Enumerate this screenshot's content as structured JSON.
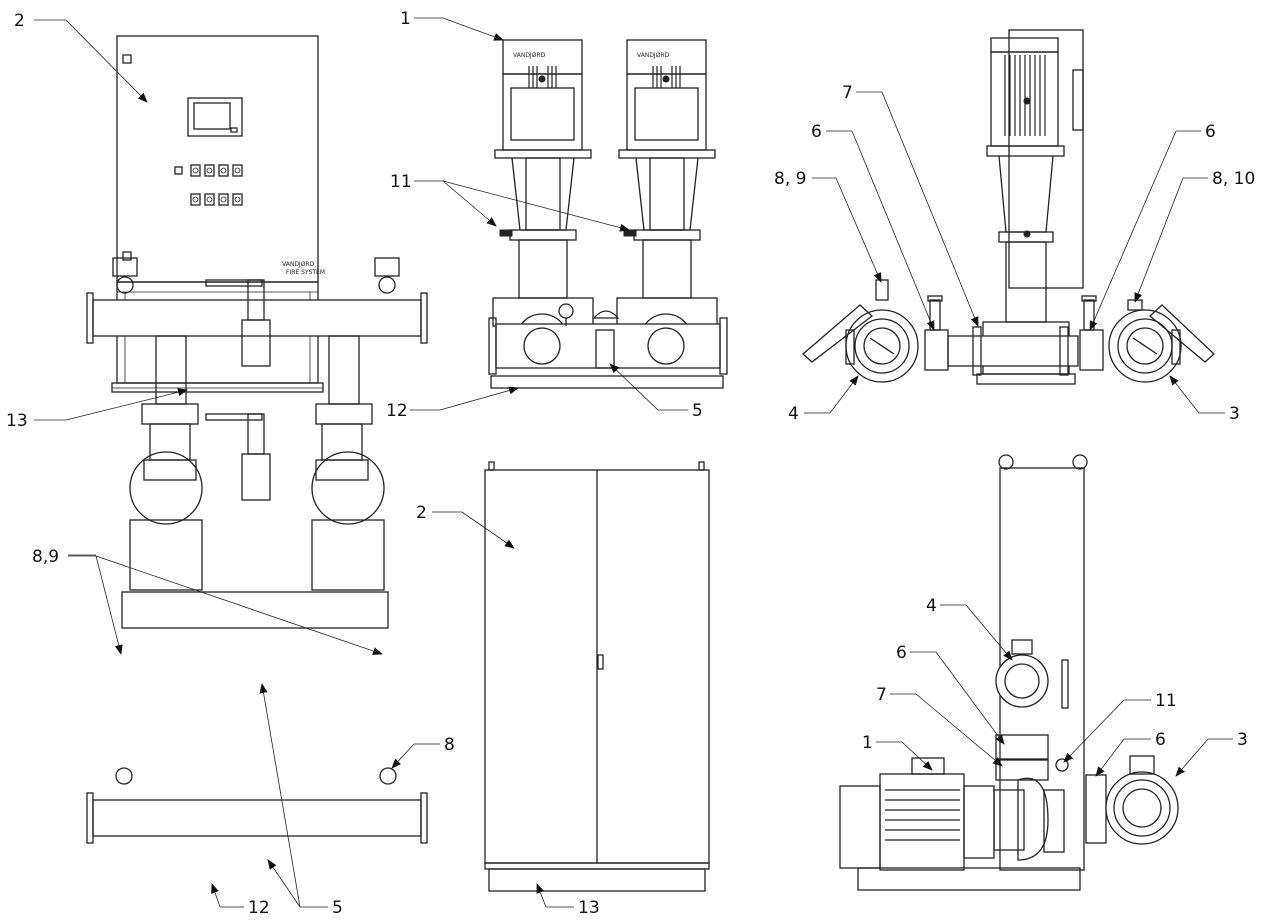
{
  "brand": {
    "logo_text": "VANDJØRD",
    "panel_sub": "FIRE SYSTEM"
  },
  "labels": {
    "v1_cabinet": "2",
    "v1_base": "13",
    "v2_motor": "1",
    "v2_valves": "11",
    "v2_base": "12",
    "v2_check": "5",
    "v3_top7": "7",
    "v3_left6": "6",
    "v3_right6": "6",
    "v3_left89": "8, 9",
    "v3_right810": "8, 10",
    "v3_left4": "4",
    "v3_right3": "3",
    "v4_gauge": "8,9",
    "v4_right8": "8",
    "v4_base12": "12",
    "v4_valve5": "5",
    "v5_cabinet": "2",
    "v5_base": "13",
    "v6_4": "4",
    "v6_6a": "6",
    "v6_7": "7",
    "v6_1": "1",
    "v6_11": "11",
    "v6_6b": "6",
    "v6_3": "3"
  },
  "colors": {
    "line": "#222222",
    "background": "#ffffff"
  }
}
